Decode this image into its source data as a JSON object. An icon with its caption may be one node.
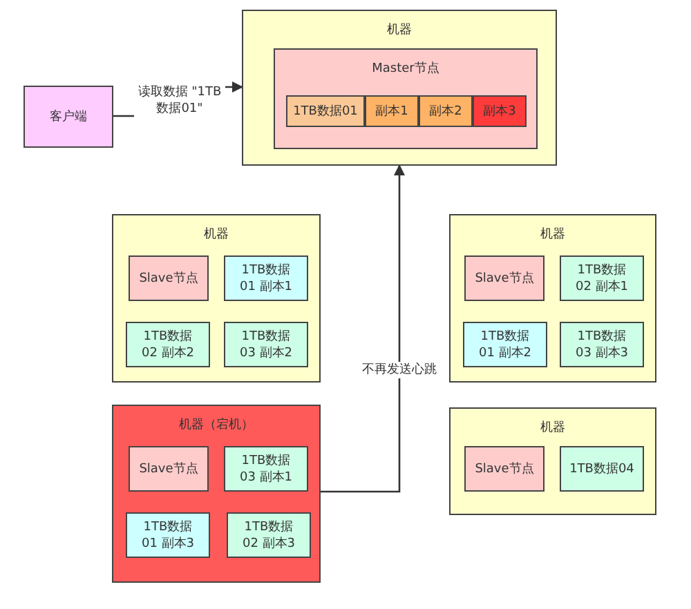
{
  "diagram": {
    "nodes": [
      {
        "text": [
          "机器"
        ]
      },
      {
        "text": [
          "Master节点"
        ],
        "in": 0
      },
      {
        "text": [
          "1TB数据01"
        ],
        "in": 1
      },
      {
        "text": [
          "副本1"
        ],
        "in": 1
      },
      {
        "text": [
          "副本2"
        ],
        "in": 1
      },
      {
        "text": [
          "副本3"
        ],
        "in": 1
      },
      {
        "text": [
          "客户端"
        ]
      },
      {
        "text": [
          "机器"
        ]
      },
      {
        "text": [
          "Slave节点"
        ],
        "in": 7
      },
      {
        "text": [
          "1TB数据01 副本1"
        ],
        "in": 7
      },
      {
        "text": [
          "1TB数据02 副本2"
        ],
        "in": 7
      },
      {
        "text": [
          "1TB数据03 副本2"
        ],
        "in": 7
      },
      {
        "text": [
          "机器"
        ]
      },
      {
        "text": [
          "Slave节点"
        ],
        "in": 12
      },
      {
        "text": [
          "1TB数据02 副本1"
        ],
        "in": 12
      },
      {
        "text": [
          "1TB数据01 副本2"
        ],
        "in": 12
      },
      {
        "text": [
          "1TB数据03 副本3"
        ],
        "in": 12
      },
      {
        "text": [
          "机器（宕机）"
        ]
      },
      {
        "text": [
          "Slave节点"
        ],
        "in": 17
      },
      {
        "text": [
          "1TB数据03 副本1"
        ],
        "in": 17
      },
      {
        "text": [
          "1TB数据01 副本3"
        ],
        "in": 17
      },
      {
        "text": [
          "1TB数据02 副本3"
        ],
        "in": 17
      },
      {
        "text": [
          "机器"
        ]
      },
      {
        "text": [
          "Slave节点"
        ],
        "in": 22
      },
      {
        "text": [
          "1TB数据04"
        ],
        "in": 22
      }
    ],
    "edges": [
      {
        "from": 6,
        "to": 0,
        "arrow": "to",
        "label": "读取数据 \"1TB数据01\""
      },
      {
        "from": 17,
        "to": 0,
        "arrow": "to",
        "label": "不再发送心跳"
      }
    ]
  }
}
